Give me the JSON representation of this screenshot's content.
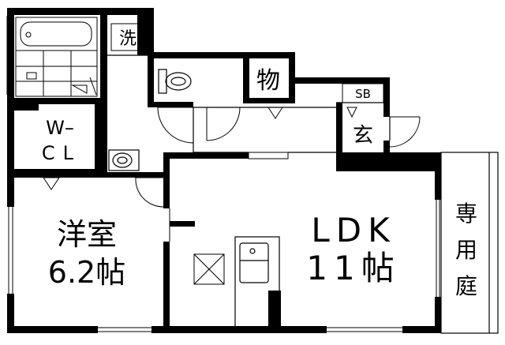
{
  "rooms": {
    "washroom": "洗",
    "storage": "物",
    "shoe_box": "SB",
    "entrance": "玄",
    "walk_in_closet_line1": "W–",
    "walk_in_closet_line2": "CL",
    "western_room_name": "洋室",
    "western_room_size": "6.2帖",
    "ldk_name": "LDK",
    "ldk_size": "11帖",
    "private_garden": "専用庭"
  }
}
